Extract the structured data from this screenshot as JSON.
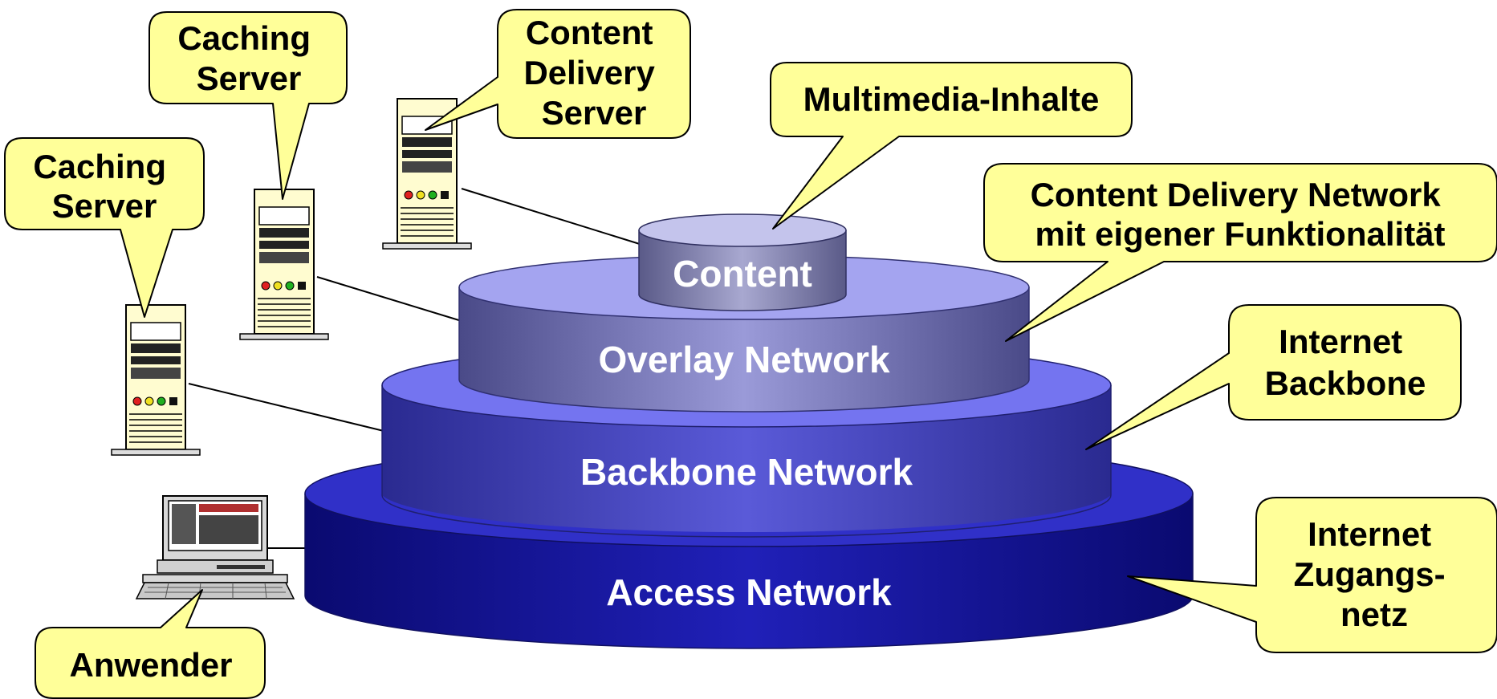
{
  "layers": {
    "content": "Content",
    "overlay": "Overlay Network",
    "backbone": "Backbone Network",
    "access": "Access Network"
  },
  "callouts": {
    "caching_server_upper": [
      "Caching",
      "Server"
    ],
    "caching_server_lower": [
      "Caching",
      "Server"
    ],
    "cd_server": [
      "Content",
      "Delivery",
      "Server"
    ],
    "multimedia": [
      "Multimedia-Inhalte"
    ],
    "cdn": [
      "Content Delivery Network",
      "mit eigener Funktionalität"
    ],
    "internet_backbone": [
      "Internet",
      "Backbone"
    ],
    "internet_access": [
      "Internet",
      "Zugangs-",
      "netz"
    ],
    "user": [
      "Anwender"
    ]
  },
  "colors": {
    "callout_fill": "#ffff99",
    "content_layer": "#9c9cc8",
    "overlay_layer": "#8080c0",
    "backbone_layer": "#4848c0",
    "access_layer": "#1a1aa8",
    "server_case": "#fffcd0"
  }
}
